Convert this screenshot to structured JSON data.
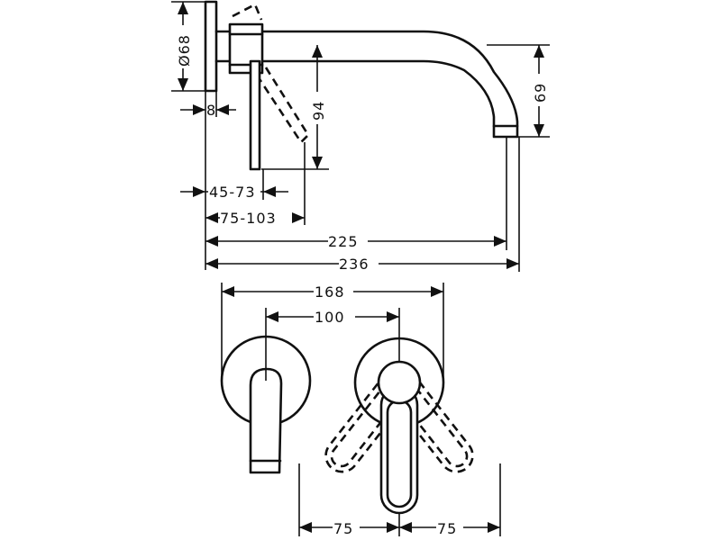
{
  "diagram": {
    "dimensions": {
      "flange_diameter": "Ø68",
      "flange_thickness": "8",
      "lever_drop": "94",
      "spout_drop": "69",
      "wall_depth_min": "45-73",
      "wall_depth_max": "75-103",
      "spout_reach": "225",
      "overall_length": "236",
      "center_distance_total": "168",
      "center_distance": "100",
      "lever_swing_left": "75",
      "lever_swing_right": "75"
    }
  }
}
